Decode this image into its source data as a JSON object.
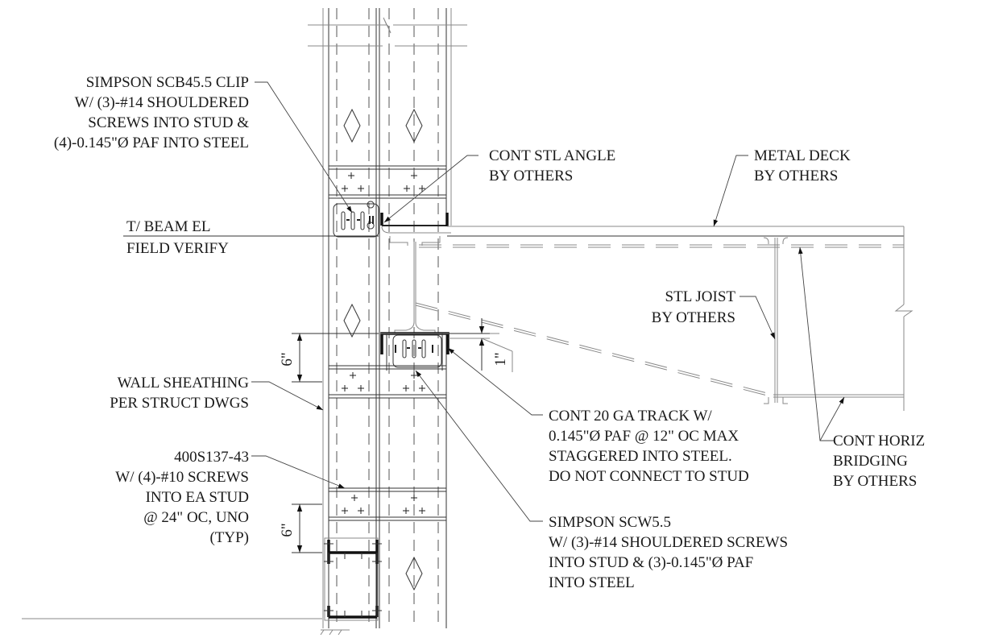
{
  "drawing": {
    "title": "Stud Wall at Steel Beam / Joist Connection Detail",
    "notes": {
      "scb_clip": [
        "SIMPSON SCB45.5 CLIP",
        "W/ (3)-#14 SHOULDERED",
        "SCREWS INTO STUD  &",
        "(4)-0.145\"Ø PAF INTO STEEL"
      ],
      "stl_angle": [
        "CONT STL ANGLE",
        "BY OTHERS"
      ],
      "metal_deck": [
        "METAL DECK",
        "BY OTHERS"
      ],
      "beam_el": [
        "T/ BEAM EL",
        "FIELD VERIFY"
      ],
      "stl_joist": [
        "STL JOIST",
        "BY OTHERS"
      ],
      "wall_sheathing": [
        "WALL SHEATHING",
        "PER STRUCT DWGS"
      ],
      "cont_track": [
        "CONT 20 GA TRACK W/",
        "0.145\"Ø PAF @ 12\" OC MAX",
        "STAGGERED INTO STEEL.",
        "DO NOT CONNECT TO STUD"
      ],
      "horiz_bridging": [
        "CONT HORIZ",
        "BRIDGING",
        "BY OTHERS"
      ],
      "stud_bridging": [
        "400S137-43",
        "W/ (4)-#10 SCREWS",
        "INTO EA STUD",
        "@ 24\" OC, UNO",
        "(TYP)"
      ],
      "scw_clip": [
        "SIMPSON SCW5.5",
        "W/ (3)-#14 SHOULDERED SCREWS",
        "INTO STUD & (3)-0.145\"Ø PAF",
        "INTO STEEL"
      ]
    },
    "dimensions": {
      "upper_6in": "6\"",
      "lower_6in": "6\"",
      "offset_1in": "1\""
    }
  }
}
